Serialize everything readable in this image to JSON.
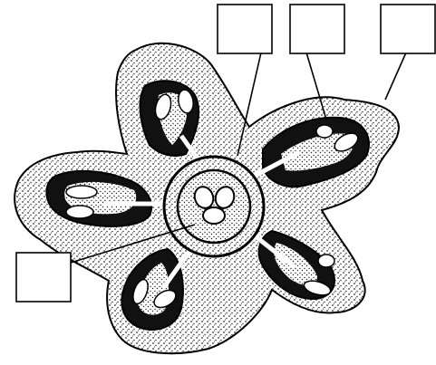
{
  "diagram": {
    "labels": [
      {
        "id": "label-top-left",
        "text": ""
      },
      {
        "id": "label-top-middle",
        "text": ""
      },
      {
        "id": "label-top-right",
        "text": ""
      },
      {
        "id": "label-bottom-left",
        "text": ""
      }
    ],
    "colors": {
      "ink": "#000000",
      "paper": "#ffffff",
      "stipple": "#555555"
    }
  }
}
